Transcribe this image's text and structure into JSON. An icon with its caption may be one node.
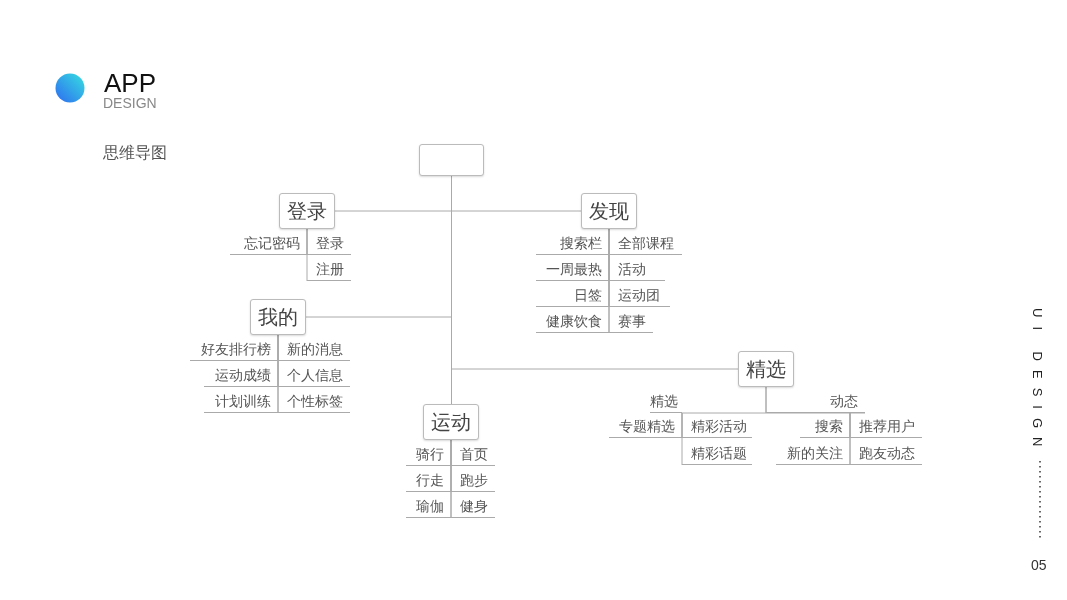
{
  "diagram": {
    "title": "APP",
    "nodes": [
      {
        "text": [],
        "shape": "box"
      },
      {
        "text": [
          "登录"
        ]
      },
      {
        "text": [
          "忘记密码"
        ]
      },
      {
        "text": [
          "登录"
        ]
      },
      {
        "text": [
          "注册"
        ]
      },
      {
        "text": [
          "发现"
        ]
      },
      {
        "text": [
          "搜索栏"
        ]
      },
      {
        "text": [
          "一周最热"
        ]
      },
      {
        "text": [
          "日签"
        ]
      },
      {
        "text": [
          "健康饮食"
        ]
      },
      {
        "text": [
          "全部课程"
        ]
      },
      {
        "text": [
          "活动"
        ]
      },
      {
        "text": [
          "运动团"
        ]
      },
      {
        "text": [
          "赛事"
        ]
      },
      {
        "text": [
          "我的"
        ]
      },
      {
        "text": [
          "好友排行榜"
        ]
      },
      {
        "text": [
          "运动成绩"
        ]
      },
      {
        "text": [
          "计划训练"
        ]
      },
      {
        "text": [
          "新的消息"
        ]
      },
      {
        "text": [
          "个人信息"
        ]
      },
      {
        "text": [
          "个性标签"
        ]
      },
      {
        "text": [
          "精选"
        ]
      },
      {
        "text": [
          "精选"
        ]
      },
      {
        "text": [
          "动态"
        ]
      },
      {
        "text": [
          "专题精选"
        ]
      },
      {
        "text": [
          "精彩活动"
        ]
      },
      {
        "text": [
          "精彩话题"
        ]
      },
      {
        "text": [
          "搜索"
        ]
      },
      {
        "text": [
          "新的关注"
        ]
      },
      {
        "text": [
          "推荐用户"
        ]
      },
      {
        "text": [
          "跑友动态"
        ]
      },
      {
        "text": [
          "运动"
        ]
      },
      {
        "text": [
          "骑行"
        ]
      },
      {
        "text": [
          "行走"
        ]
      },
      {
        "text": [
          "瑜伽"
        ]
      },
      {
        "text": [
          "首页"
        ]
      },
      {
        "text": [
          "跑步"
        ]
      },
      {
        "text": [
          "健身"
        ]
      }
    ],
    "edges": [
      {
        "from": 0,
        "to": 1,
        "arrow": "none"
      },
      {
        "from": 1,
        "to": 2,
        "arrow": "none"
      },
      {
        "from": 1,
        "to": 3,
        "arrow": "none"
      },
      {
        "from": 1,
        "to": 4,
        "arrow": "none"
      },
      {
        "from": 0,
        "to": 5,
        "arrow": "none"
      },
      {
        "from": 5,
        "to": 6,
        "arrow": "none"
      },
      {
        "from": 5,
        "to": 7,
        "arrow": "none"
      },
      {
        "from": 5,
        "to": 8,
        "arrow": "none"
      },
      {
        "from": 5,
        "to": 9,
        "arrow": "none"
      },
      {
        "from": 5,
        "to": 10,
        "arrow": "none"
      },
      {
        "from": 5,
        "to": 11,
        "arrow": "none"
      },
      {
        "from": 5,
        "to": 12,
        "arrow": "none"
      },
      {
        "from": 5,
        "to": 13,
        "arrow": "none"
      },
      {
        "from": 0,
        "to": 14,
        "arrow": "none"
      },
      {
        "from": 14,
        "to": 15,
        "arrow": "none"
      },
      {
        "from": 14,
        "to": 16,
        "arrow": "none"
      },
      {
        "from": 14,
        "to": 17,
        "arrow": "none"
      },
      {
        "from": 14,
        "to": 18,
        "arrow": "none"
      },
      {
        "from": 14,
        "to": 19,
        "arrow": "none"
      },
      {
        "from": 14,
        "to": 20,
        "arrow": "none"
      },
      {
        "from": 0,
        "to": 21,
        "arrow": "none"
      },
      {
        "from": 21,
        "to": 22,
        "arrow": "none"
      },
      {
        "from": 21,
        "to": 23,
        "arrow": "none"
      },
      {
        "from": 22,
        "to": 24,
        "arrow": "none"
      },
      {
        "from": 22,
        "to": 25,
        "arrow": "none"
      },
      {
        "from": 22,
        "to": 26,
        "arrow": "none"
      },
      {
        "from": 23,
        "to": 27,
        "arrow": "none"
      },
      {
        "from": 23,
        "to": 28,
        "arrow": "none"
      },
      {
        "from": 23,
        "to": 29,
        "arrow": "none"
      },
      {
        "from": 23,
        "to": 30,
        "arrow": "none"
      },
      {
        "from": 0,
        "to": 31,
        "arrow": "none"
      },
      {
        "from": 31,
        "to": 32,
        "arrow": "none"
      },
      {
        "from": 31,
        "to": 33,
        "arrow": "none"
      },
      {
        "from": 31,
        "to": 34,
        "arrow": "none"
      },
      {
        "from": 31,
        "to": 35,
        "arrow": "none"
      },
      {
        "from": 31,
        "to": 36,
        "arrow": "none"
      },
      {
        "from": 31,
        "to": 37,
        "arrow": "none"
      }
    ],
    "labels": [
      "DESIGN",
      "思维导图",
      "UI DESIGN",
      "05"
    ]
  }
}
